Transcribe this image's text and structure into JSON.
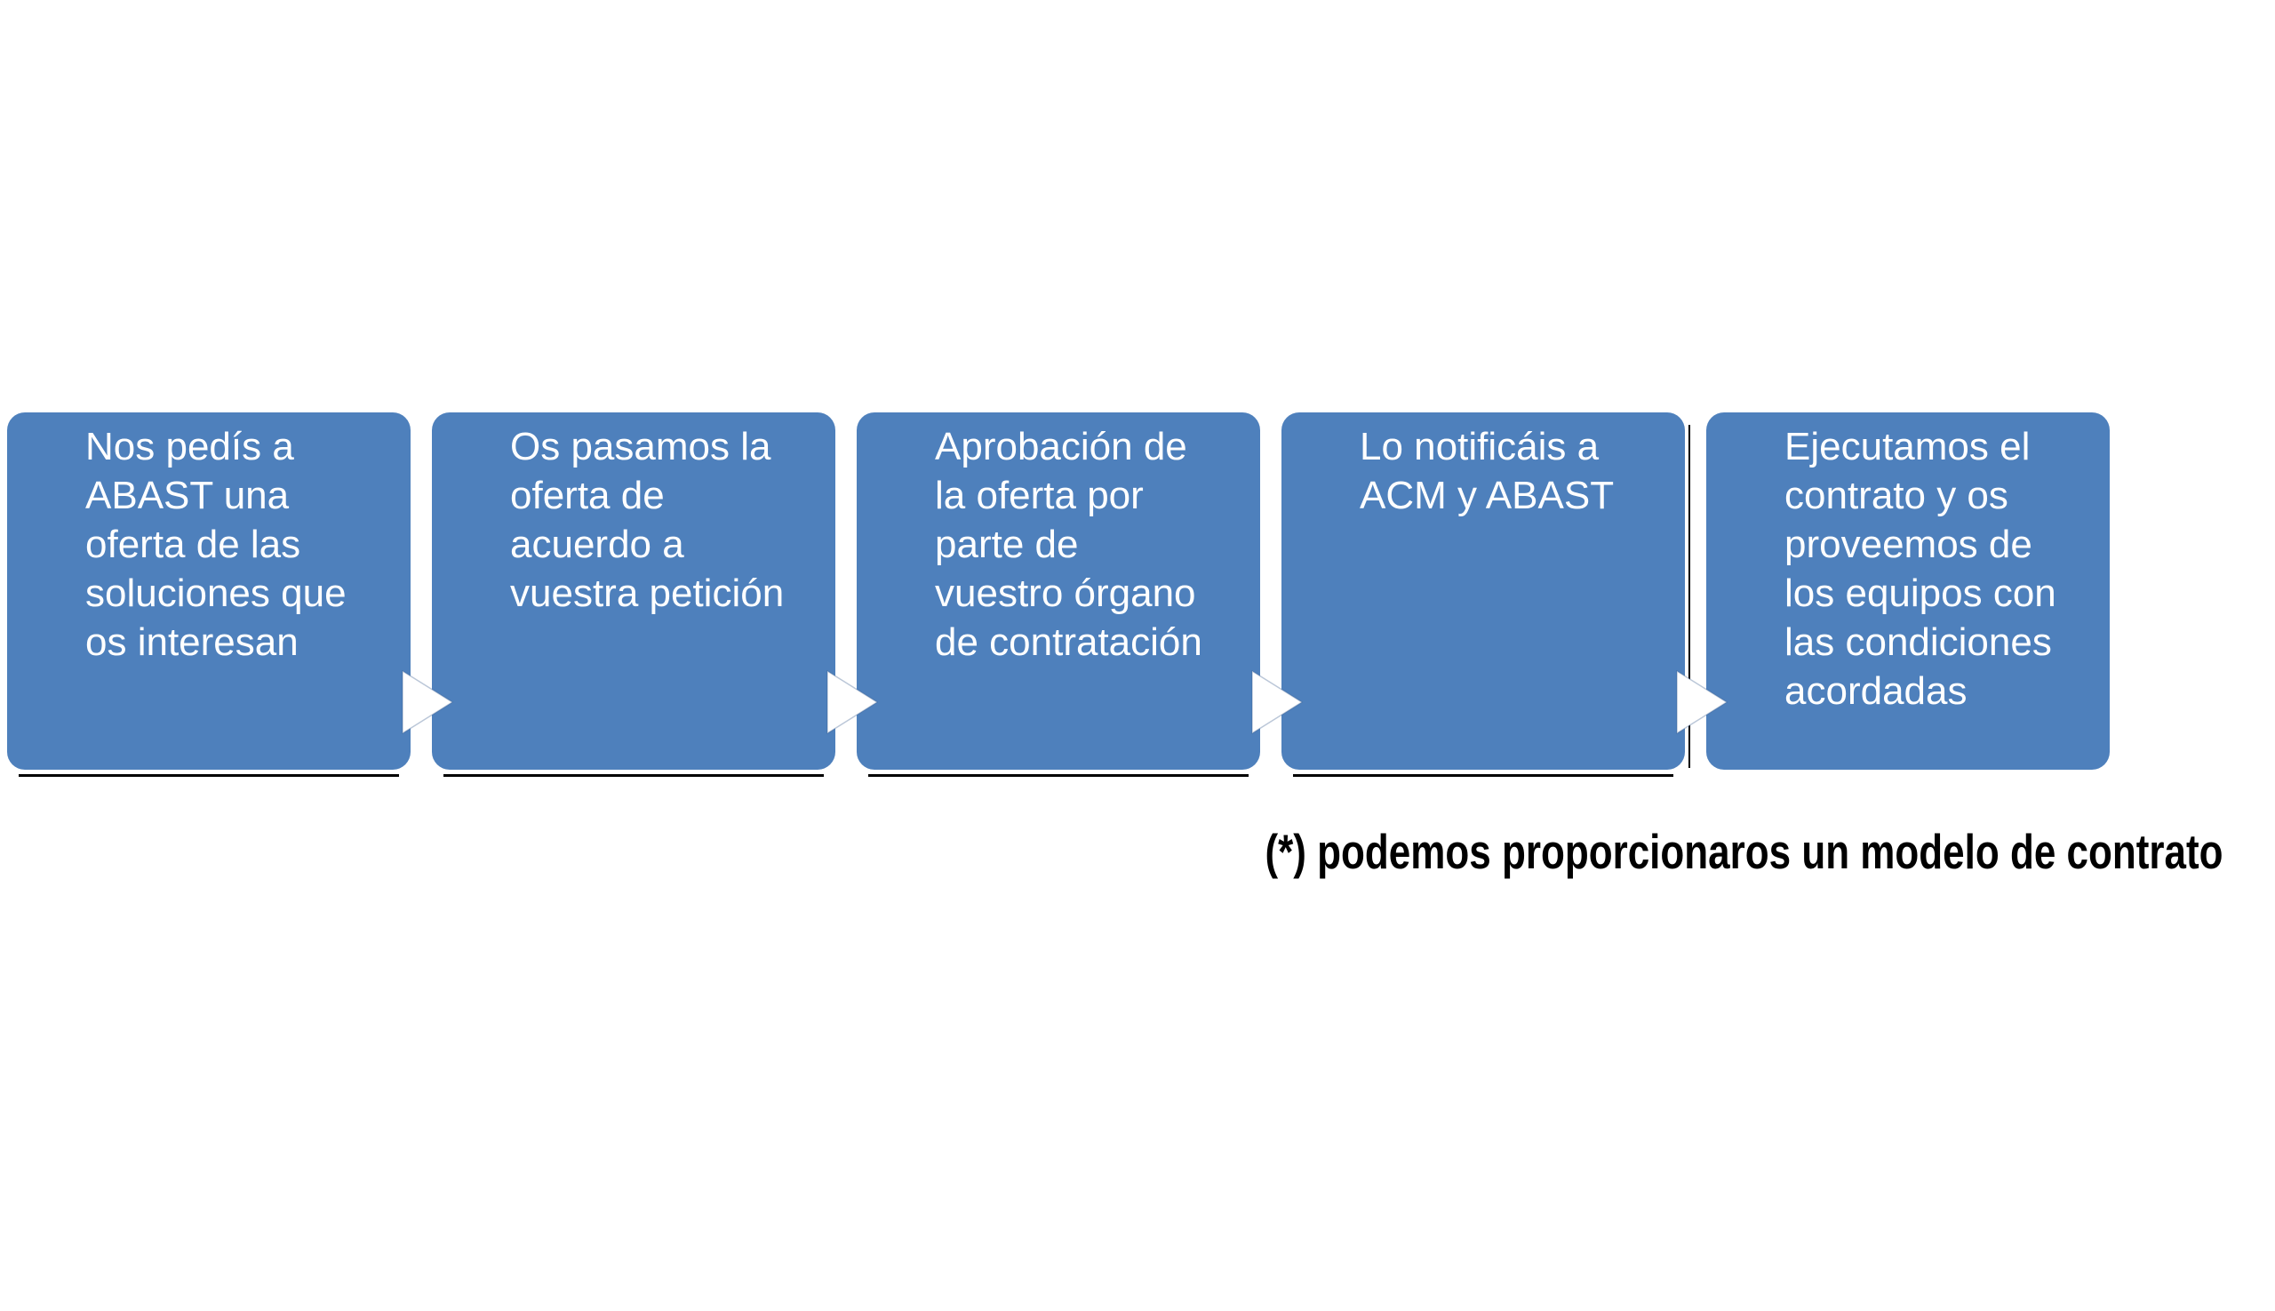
{
  "diagram": {
    "type": "process-flow",
    "steps": [
      {
        "label": "Nos pedís a\nABAST una\noferta de las\nsoluciones que\nos interesan"
      },
      {
        "label": "Os pasamos la\noferta de\nacuerdo a\nvuestra petición"
      },
      {
        "label": "Aprobación de\nla oferta por\nparte de\nvuestro órgano\nde contratación"
      },
      {
        "label": "Lo notificáis a\nACM y ABAST"
      },
      {
        "label": "Ejecutamos el\ncontrato y os\nproveemos de\nlos equipos con\nlas condiciones\nacordadas"
      }
    ],
    "footnote": "(*) podemos proporcionaros un modelo de contrato"
  },
  "colors": {
    "box_fill": "#4E80BC",
    "box_text": "#FFFFFF",
    "arrow_fill": "#FFFFFF",
    "accent_line": "#000000",
    "background": "#FFFFFF"
  }
}
